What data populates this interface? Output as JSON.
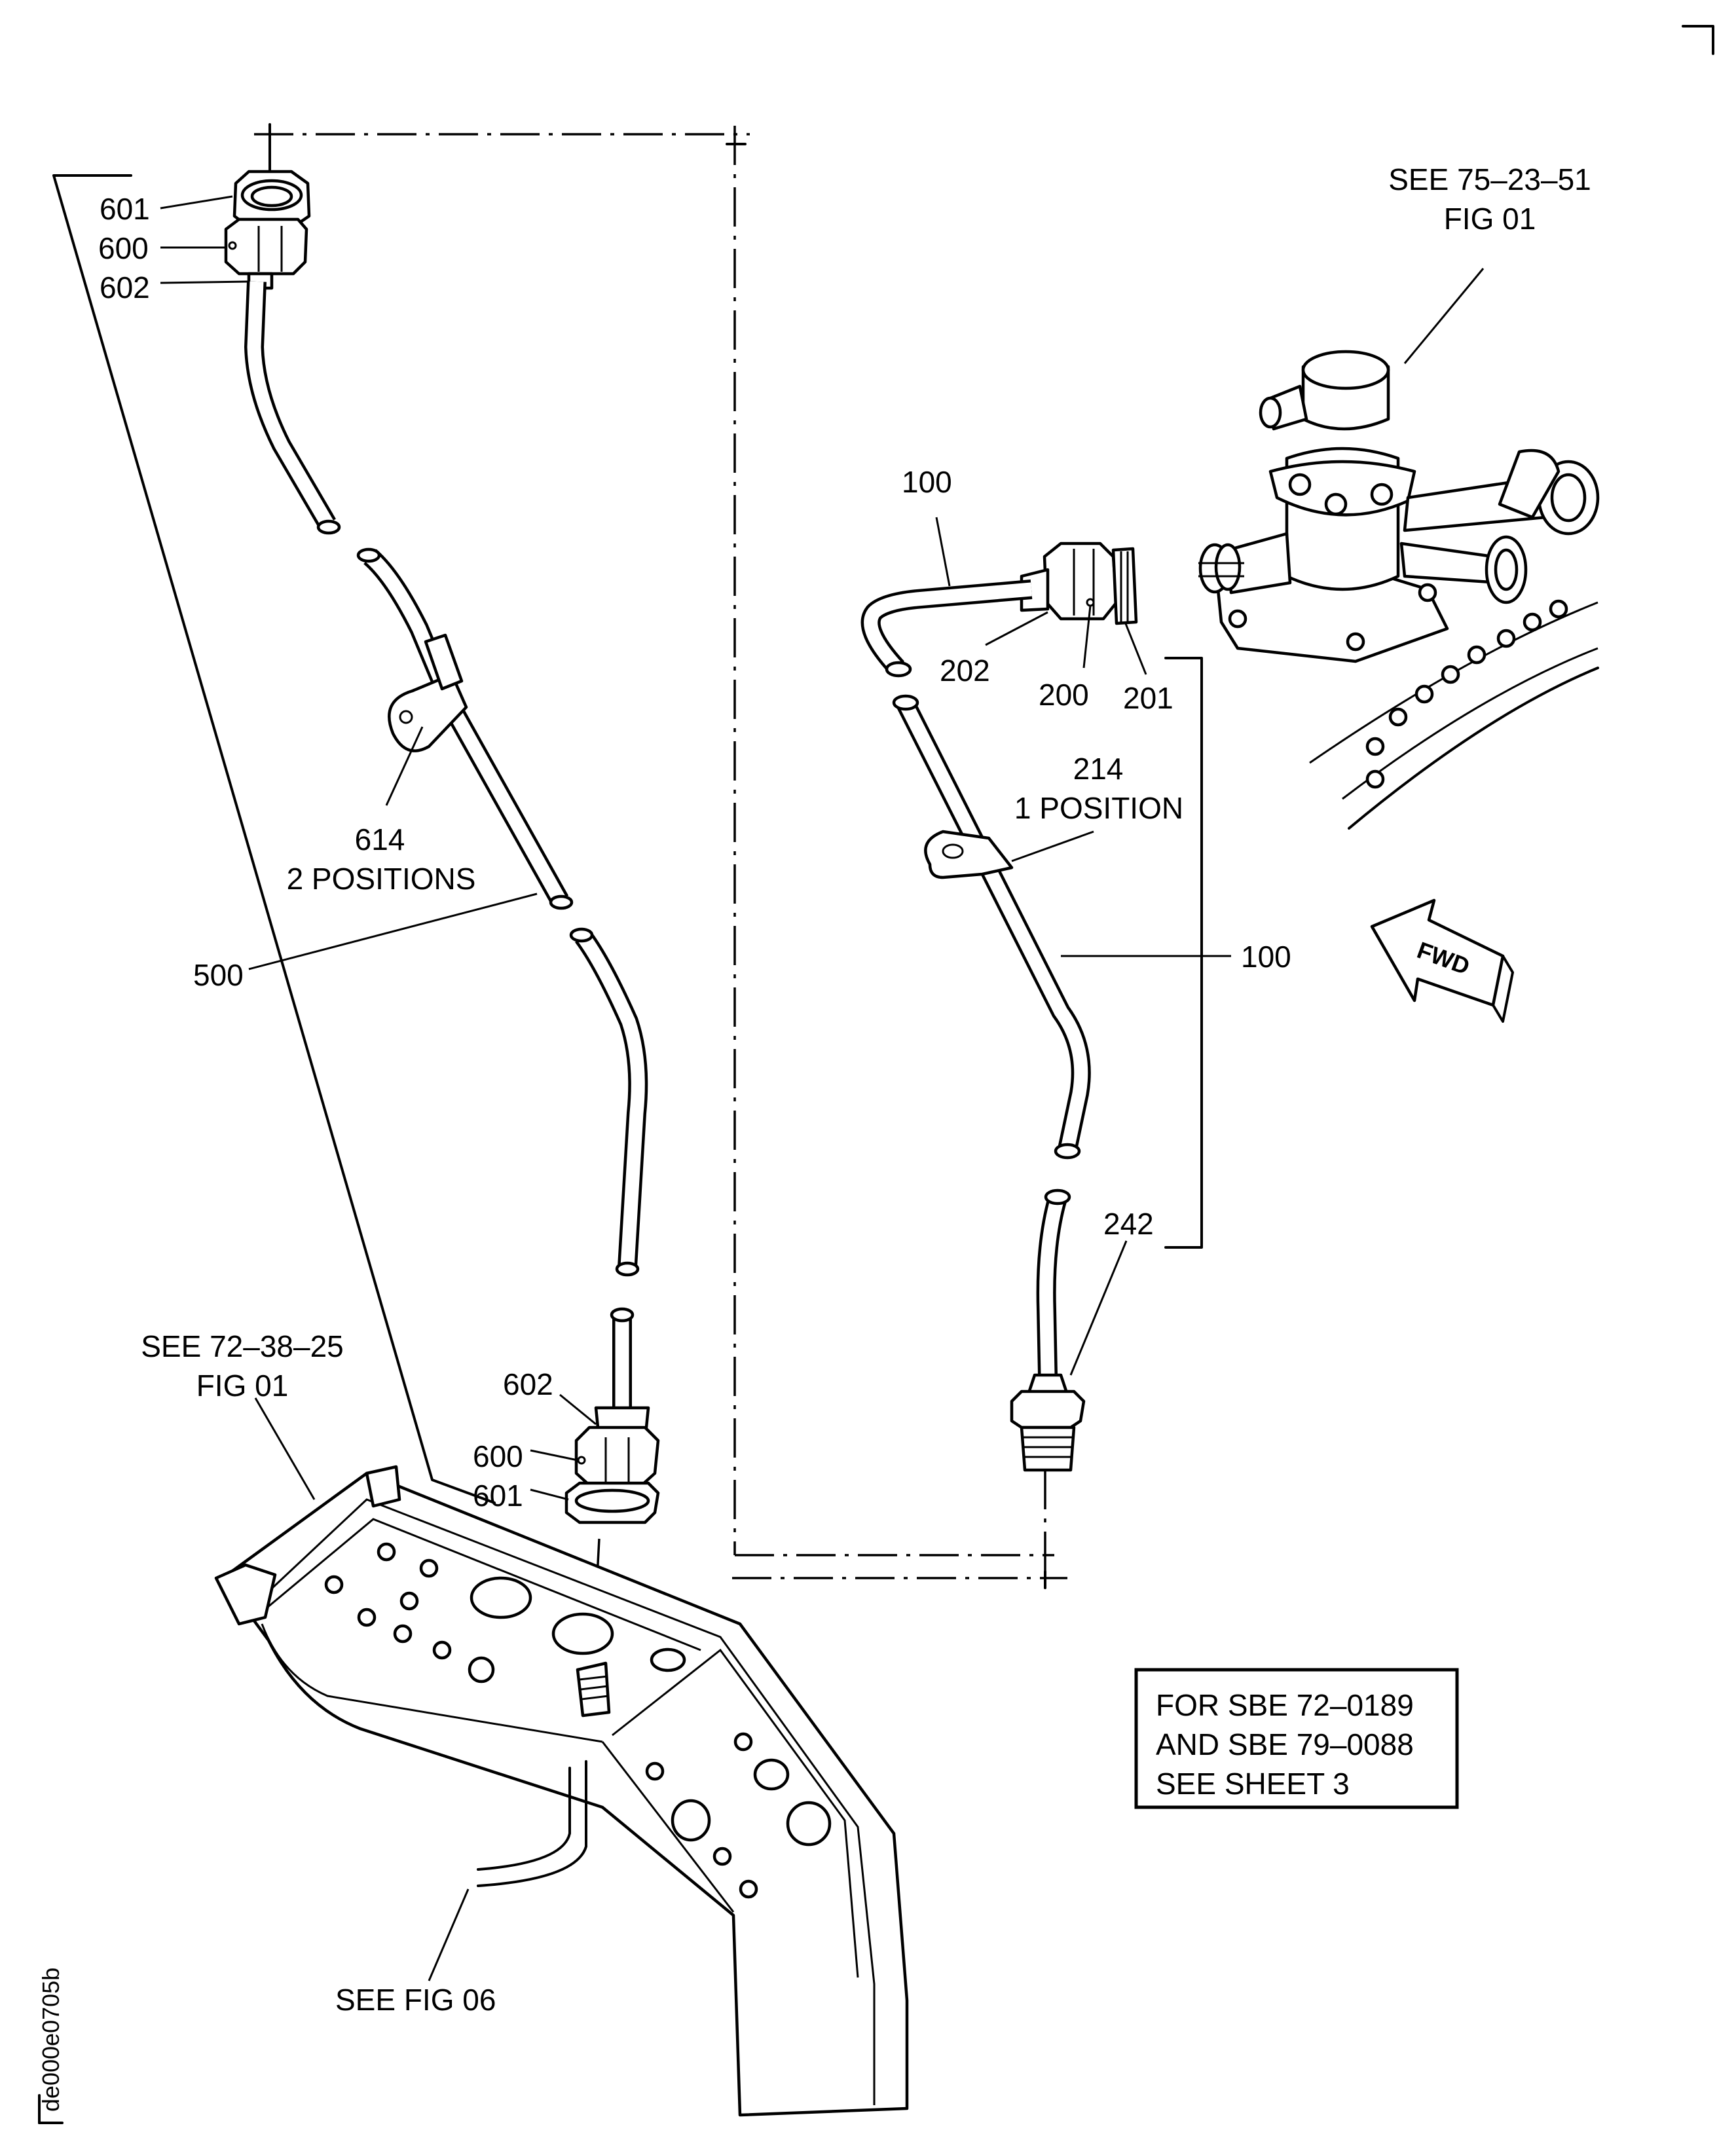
{
  "callouts": {
    "c601_top": "601",
    "c600_top": "600",
    "c602_top": "602",
    "c614": "614",
    "c614_note": "2 POSITIONS",
    "c500": "500",
    "c602_bot": "602",
    "c600_bot": "600",
    "c601_bot": "601",
    "c100_top": "100",
    "c202": "202",
    "c200": "200",
    "c201": "201",
    "c214": "214",
    "c214_note": "1 POSITION",
    "c100_right": "100",
    "c242": "242"
  },
  "references": {
    "upper_right_line1": "SEE 75–23–51",
    "upper_right_line2": "FIG 01",
    "lower_left_line1": "SEE 72–38–25",
    "lower_left_line2": "FIG 01",
    "bottom": "SEE FIG 06"
  },
  "fwd_arrow": "FWD",
  "note": {
    "line1": "FOR SBE 72–0189",
    "line2": "AND SBE 79–0088",
    "line3": "SEE SHEET 3"
  },
  "drawing_id": "de000e0705b"
}
